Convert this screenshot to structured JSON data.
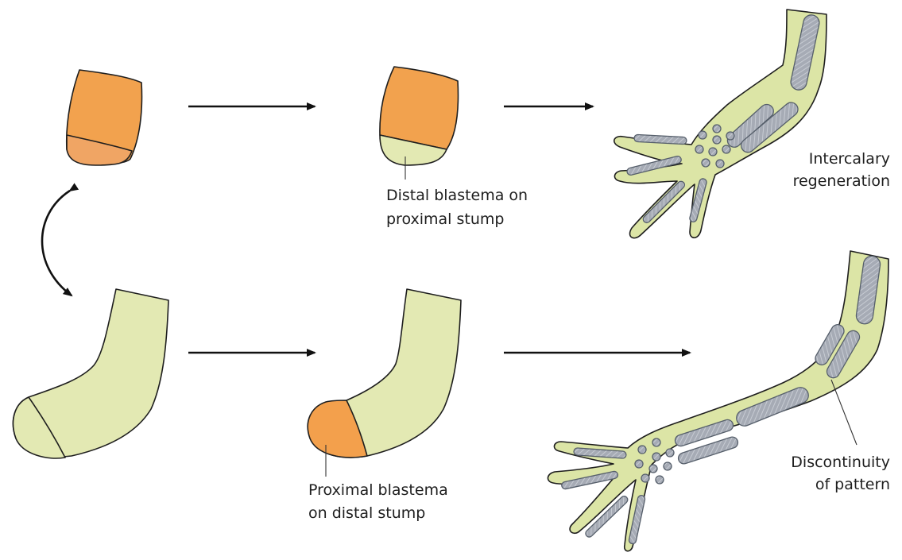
{
  "colors": {
    "background": "#ffffff",
    "stump_tissue": "#e3e9b3",
    "blastema": "#f3a04c",
    "limb_tissue": "#dce5a6",
    "bone": "#a9adb6",
    "outline": "#1e1e1e"
  },
  "labels": {
    "distal_blastema_line1": "Distal blastema on",
    "distal_blastema_line2": "proximal stump",
    "intercalary_line1": "Intercalary",
    "intercalary_line2": "regeneration",
    "proximal_blastema_line1": "Proximal blastema",
    "proximal_blastema_line2": "on distal stump",
    "discontinuity_line1": "Discontinuity",
    "discontinuity_line2": "of pattern"
  },
  "icons": {
    "swap": "curved-double-arrow-icon",
    "process": "right-arrow-icon"
  }
}
